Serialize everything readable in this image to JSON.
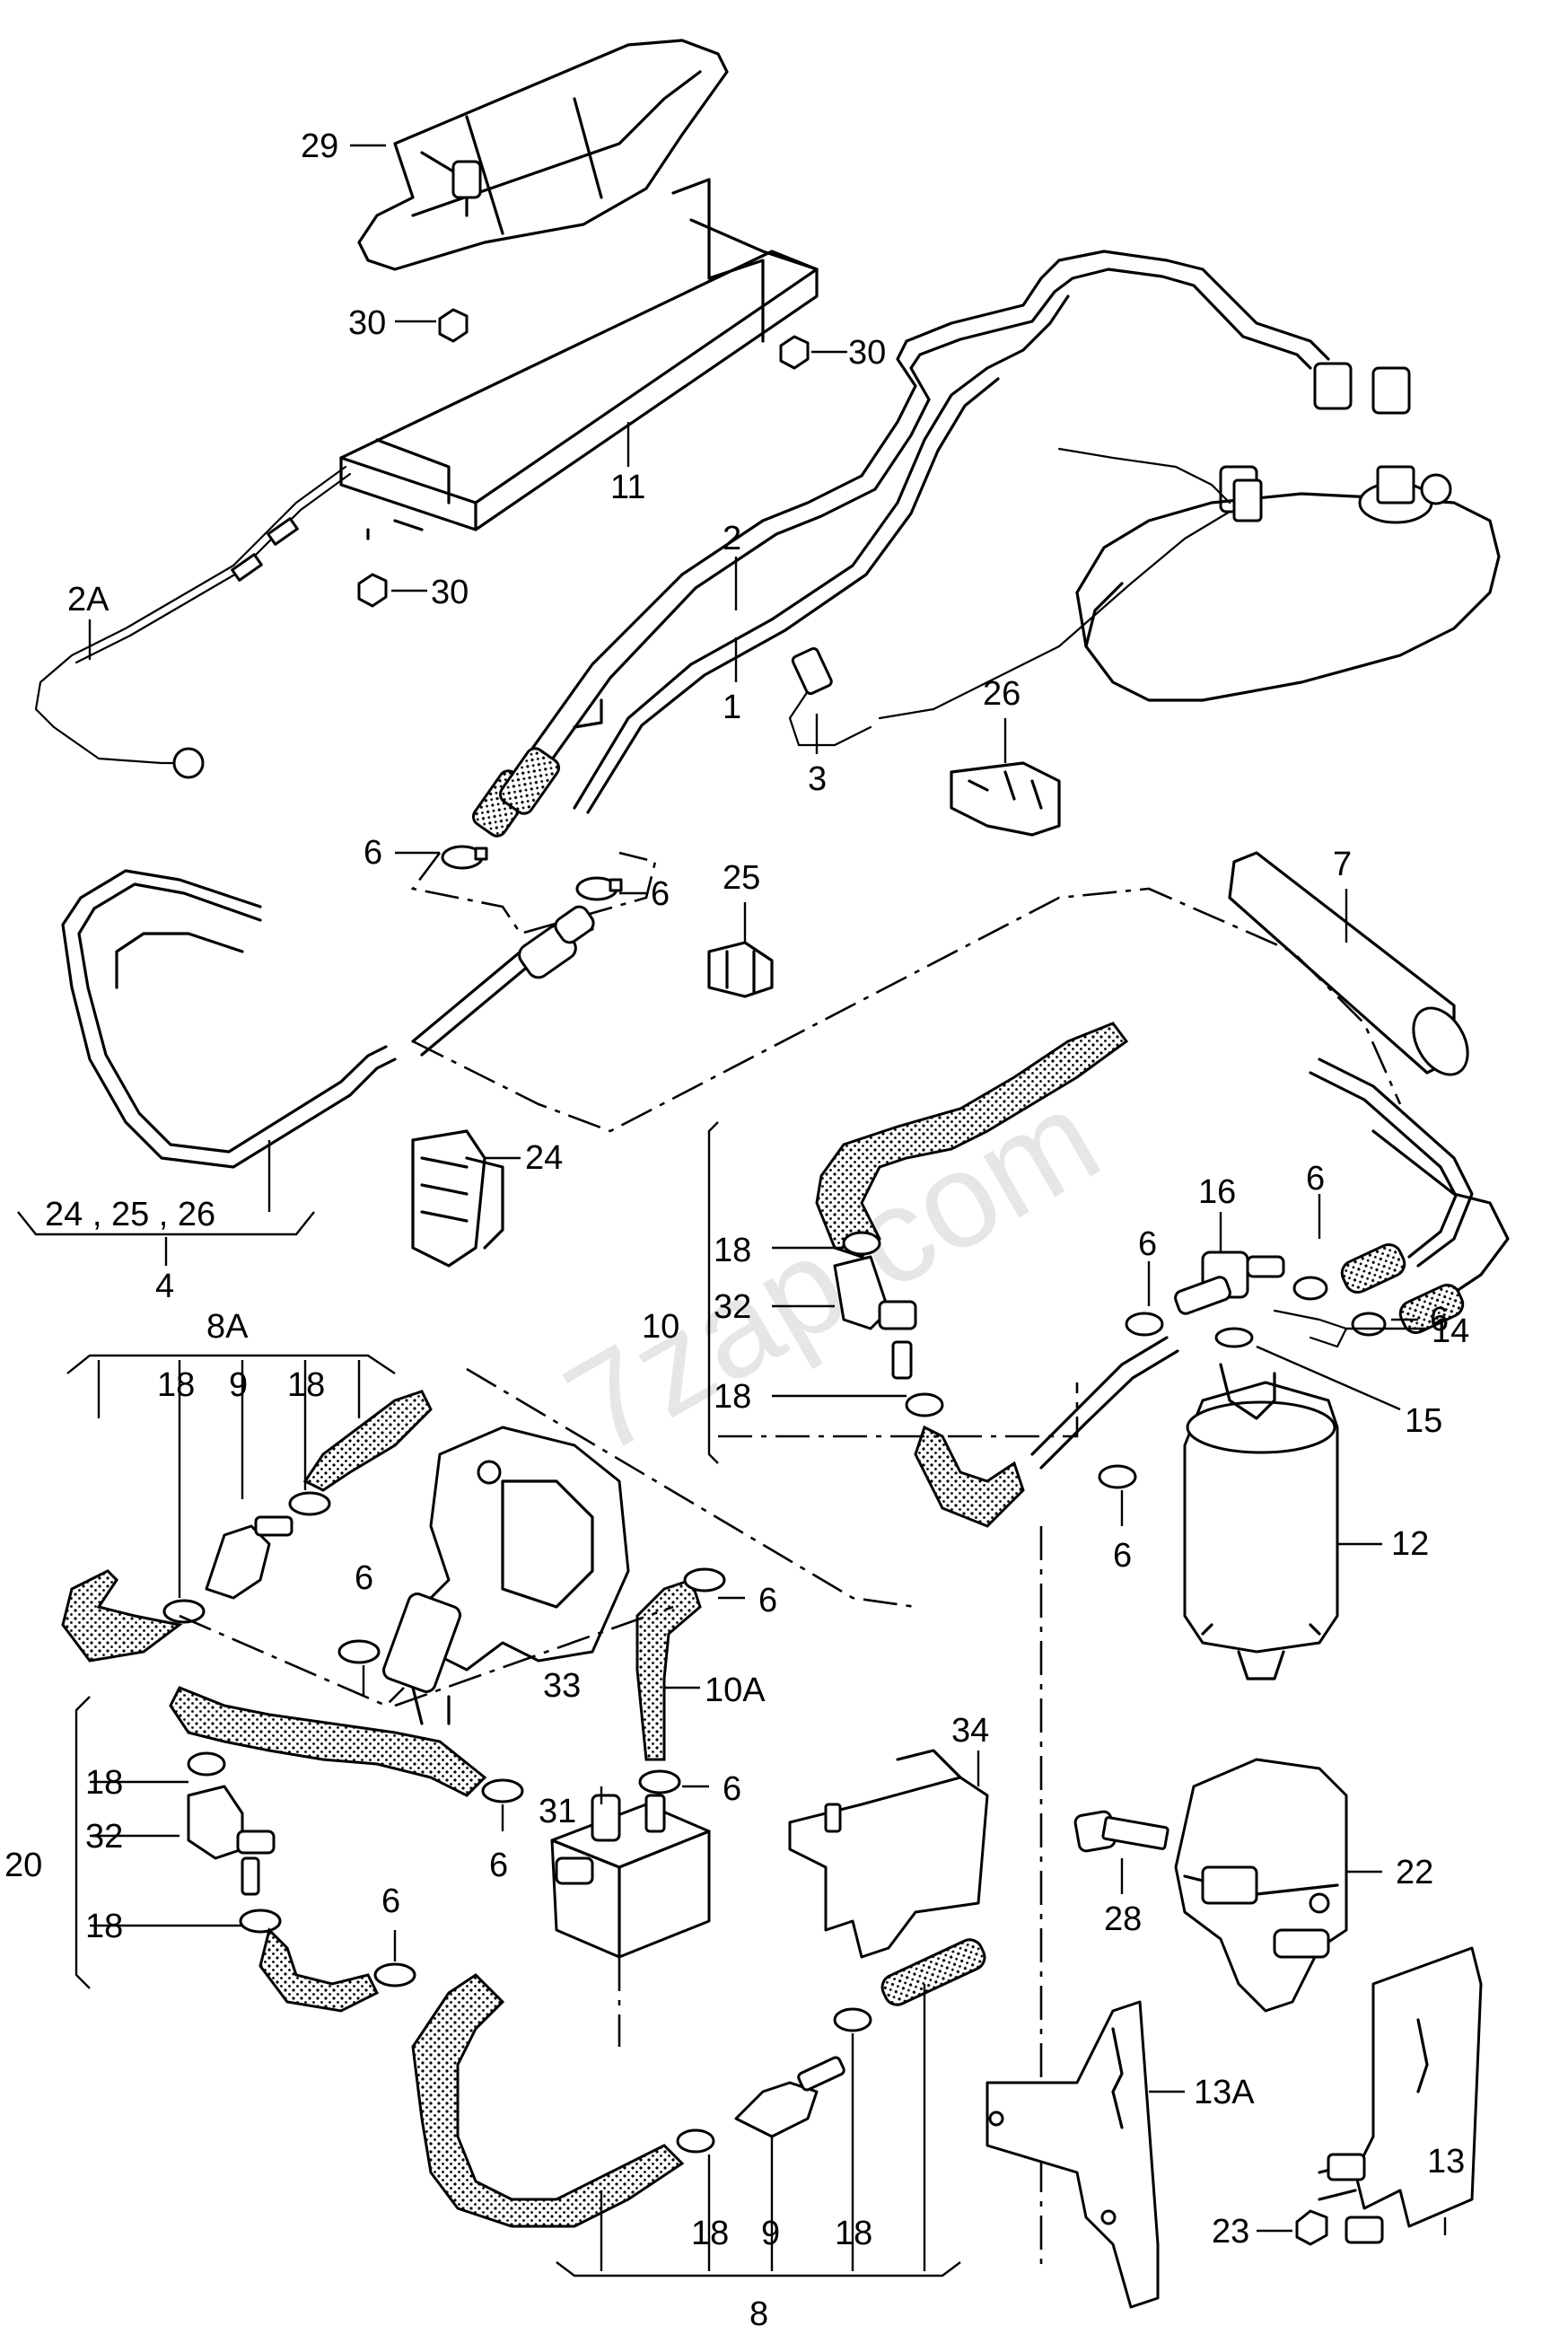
{
  "watermark": "7zap.com",
  "labels": {
    "l29": "29",
    "l30a": "30",
    "l30b": "30",
    "l30c": "30",
    "l11": "11",
    "l2A": "2A",
    "l2": "2",
    "l1": "1",
    "l3": "3",
    "l26": "26",
    "l6a": "6",
    "l6b": "6",
    "l25": "25",
    "l7": "7",
    "l24": "24",
    "l4sub": "24 , 25 , 26",
    "l4": "4",
    "l16": "16",
    "l6c": "6",
    "l6d": "6",
    "l6e": "6",
    "l18a": "18",
    "l32a": "32",
    "l10": "10",
    "l18b": "18",
    "l14": "14",
    "l15": "15",
    "l12": "12",
    "l6f": "6",
    "l8A": "8A",
    "l18c": "18",
    "l9a": "9",
    "l18d": "18",
    "l6g": "6",
    "l33": "33",
    "l6h": "6",
    "l10A": "10A",
    "l6i": "6",
    "l34": "34",
    "l31": "31",
    "l18e": "18",
    "l32b": "32",
    "l20": "20",
    "l18f": "18",
    "l6j": "6",
    "l6k": "6",
    "l22": "22",
    "l28": "28",
    "l13A": "13A",
    "l13": "13",
    "l23": "23",
    "l18g": "18",
    "l9b": "9",
    "l18h": "18",
    "l8": "8"
  }
}
